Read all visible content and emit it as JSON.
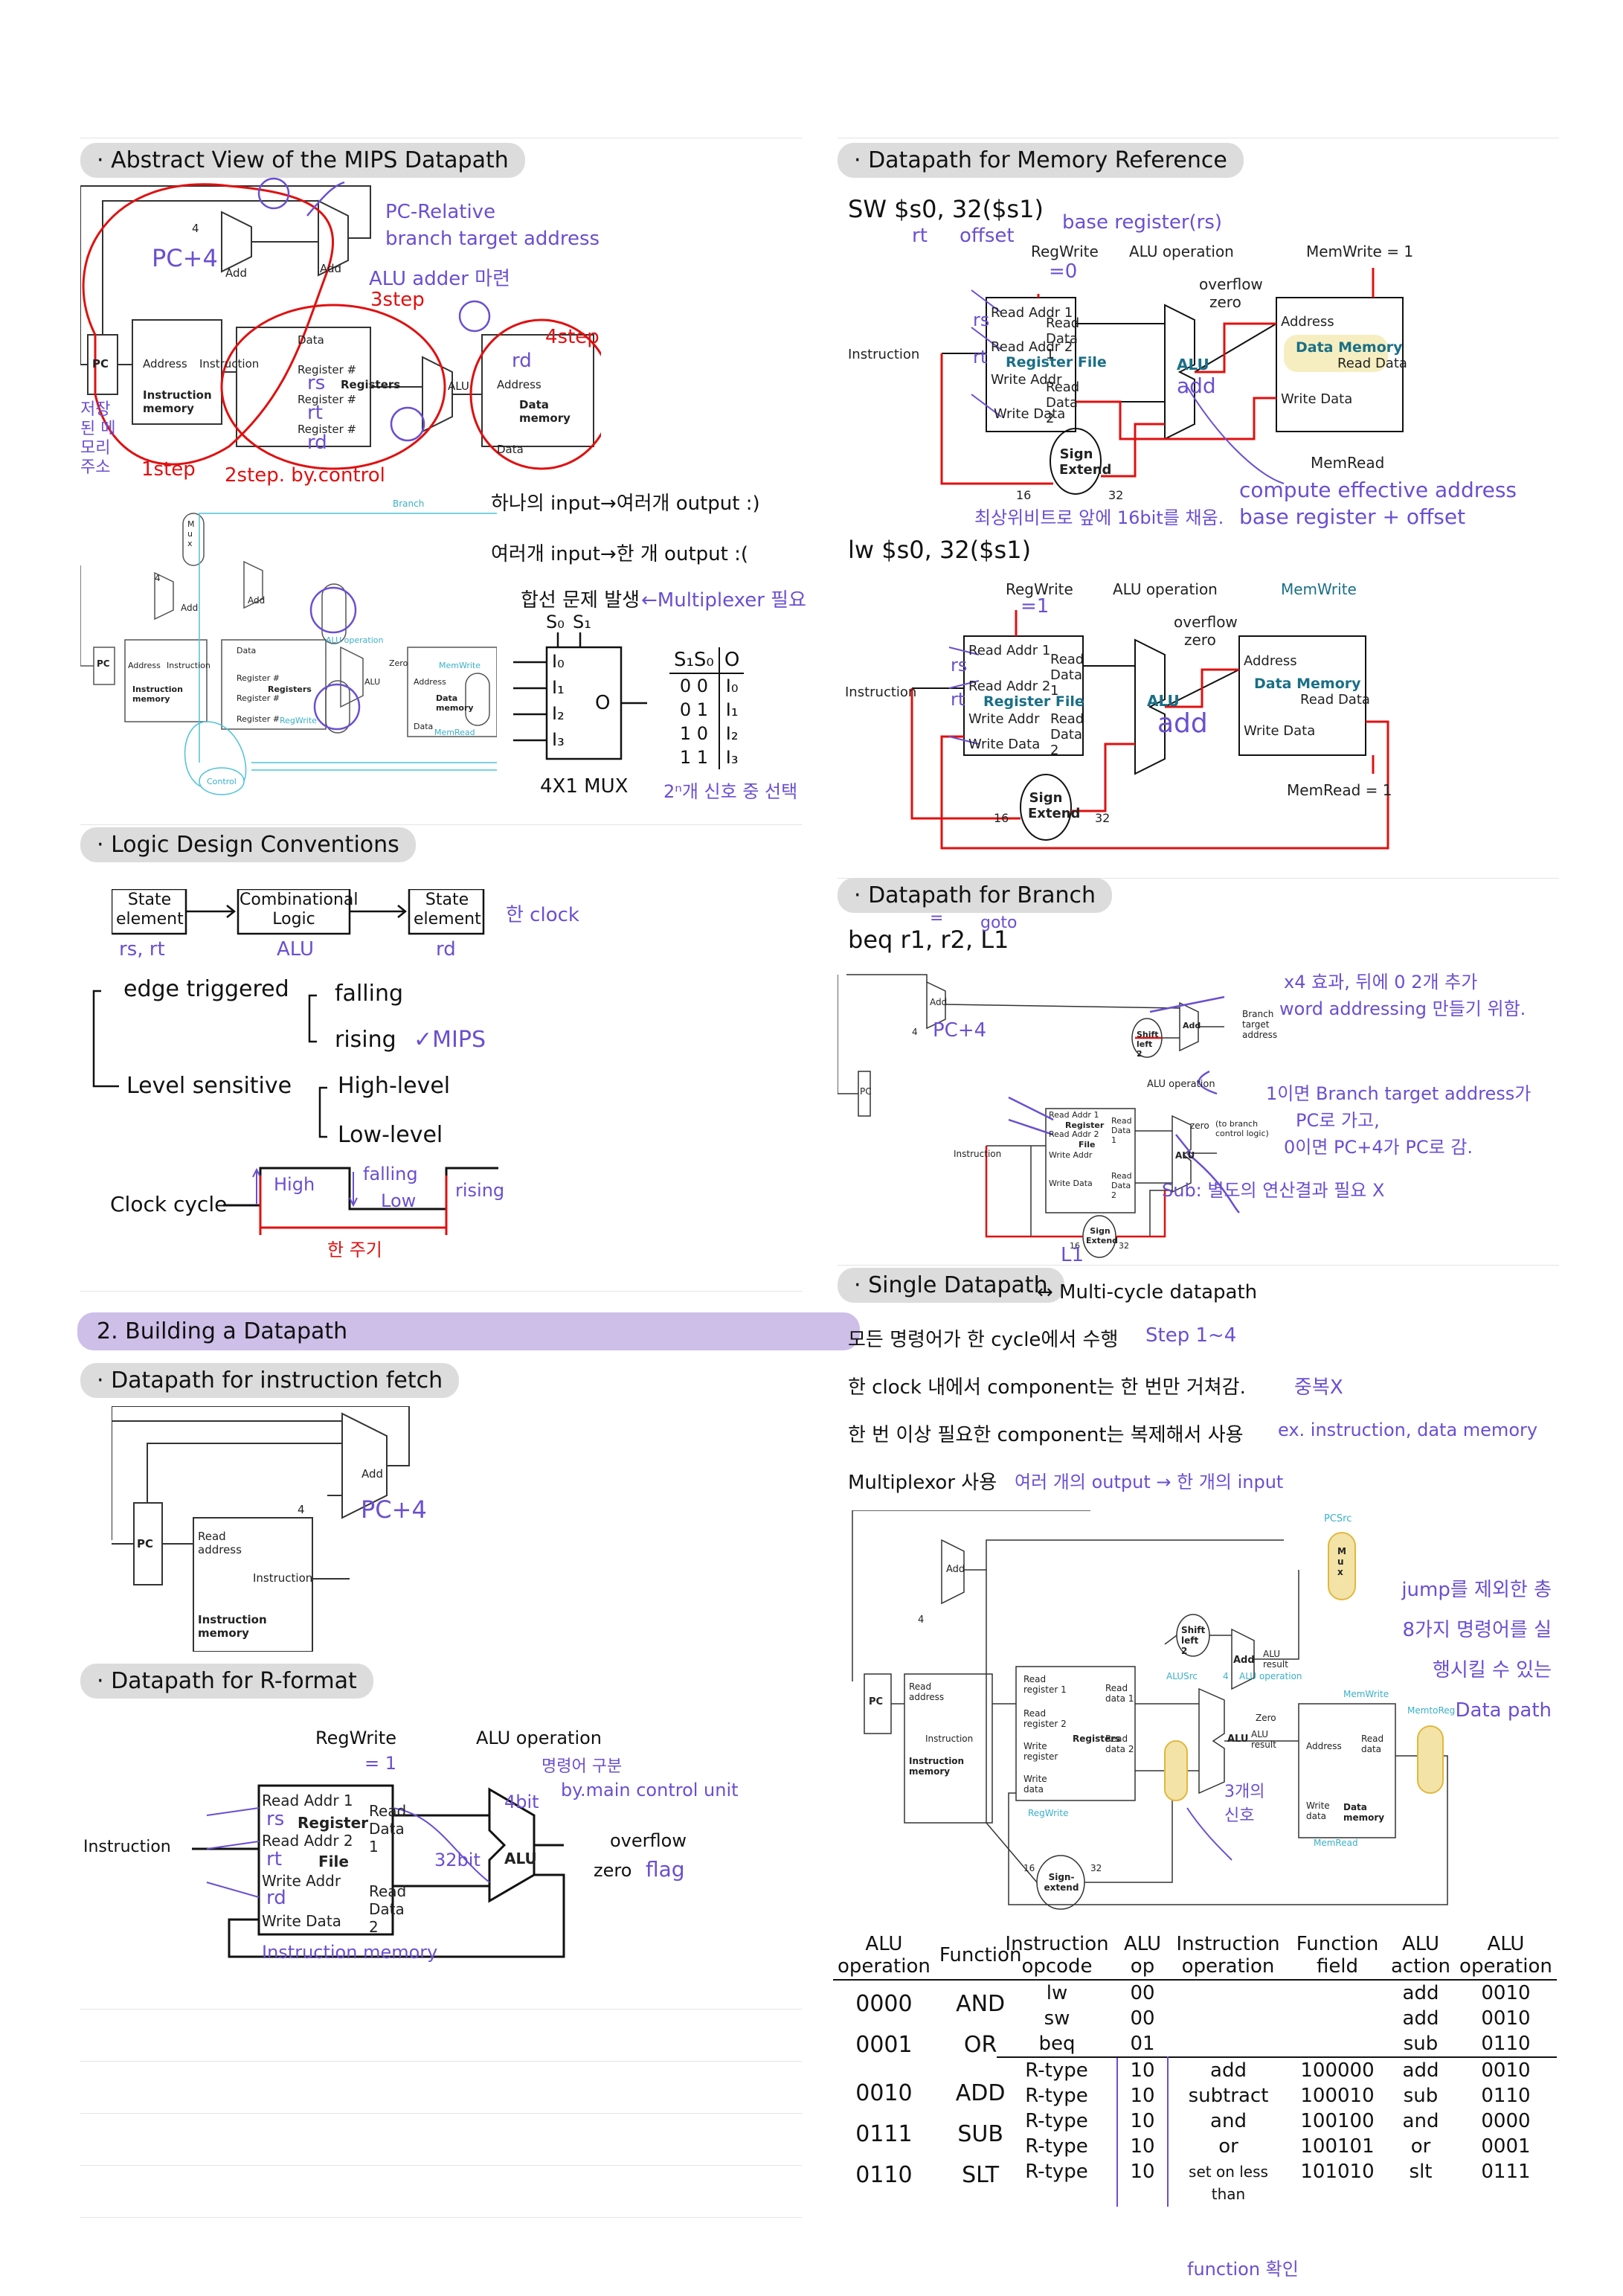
{
  "left": {
    "abstract_title": "· Abstract View of the MIPS Datapath",
    "abstract_notes": {
      "pc_relative": "PC-Relative",
      "branch_target": "branch target address",
      "pc4": "PC+4",
      "alu_adder": "ALU adder 마련",
      "step1": "1step",
      "step2": "2step. by.control",
      "step3": "3step",
      "step4": "4step",
      "rs": "rs",
      "rt": "rt",
      "rd_a": "rd",
      "rd_b": "rd",
      "stored_addr": "저장된 메모리 주소"
    },
    "abstract_diag": {
      "four": "4",
      "add1": "Add",
      "add2": "Add",
      "pc": "PC",
      "address": "Address",
      "instruction": "Instruction",
      "instr_mem": "Instruction memory",
      "data": "Data",
      "reg1": "Register #",
      "registers": "Registers",
      "reg2": "Register #",
      "reg3": "Register #",
      "alu": "ALU",
      "daddress": "Address",
      "data_mem": "Data memory",
      "data2": "Data"
    },
    "ctrl_diag": {
      "branch": "Branch",
      "mux": "M u x",
      "add1": "Add",
      "add2": "Add",
      "four": "4",
      "pc": "PC",
      "address": "Address",
      "instruction": "Instruction",
      "instr_mem": "Instruction memory",
      "data": "Data",
      "reg1": "Register #",
      "registers": "Registers",
      "reg2": "Register #",
      "reg3": "Register #",
      "regwrite": "RegWrite",
      "alu_op": "ALU operation",
      "zero": "Zero",
      "alu": "ALU",
      "memwrite": "MemWrite",
      "daddress": "Address",
      "data_mem": "Data memory",
      "data2": "Data",
      "memread": "MemRead",
      "control": "Control"
    },
    "mux_notes": {
      "one_input": "하나의 input→여러개 output :)",
      "many_input": "여러개 input→한 개 output :(",
      "problem": "합선 문제 발생",
      "mux_needed": "←Multiplexer 필요",
      "s0": "S₀",
      "s1": "S₁",
      "i0": "I₀",
      "i1": "I₁",
      "i2": "I₂",
      "i3": "I₃",
      "out": "O",
      "mux_name": "4X1 MUX",
      "select_note": "2ⁿ개 신호 중 선택",
      "table_header": [
        "S₁S₀",
        "O"
      ],
      "table_rows": [
        [
          "0 0",
          "I₀"
        ],
        [
          "0 1",
          "I₁"
        ],
        [
          "1 0",
          "I₂"
        ],
        [
          "1 1",
          "I₃"
        ]
      ]
    },
    "logic_title": "· Logic Design Conventions",
    "logic": {
      "state1": "State element",
      "comb": "Combinational Logic",
      "state2": "State element",
      "one_clock": "한 clock",
      "rs_rt": "rs, rt",
      "alu": "ALU",
      "rd": "rd",
      "edge": "edge triggered",
      "falling": "falling",
      "rising": "rising",
      "mips": "✓MIPS",
      "level": "Level sensitive",
      "high": "High-level",
      "low": "Low-level",
      "clock_cycle": "Clock cycle",
      "high_lbl": "High",
      "falling_lbl": "falling",
      "low_lbl": "Low",
      "rising_lbl": "rising",
      "period": "한 주기"
    },
    "building_title": "2. Building a Datapath",
    "fetch_title": "· Datapath for instruction fetch",
    "fetch": {
      "add": "Add",
      "four": "4",
      "pc4": "PC+4",
      "pc": "PC",
      "read_address": "Read address",
      "instruction": "Instruction",
      "instr_mem": "Instruction memory"
    },
    "rformat_title": "· Datapath for R-format",
    "rformat": {
      "regwrite": "RegWrite",
      "eq1": "= 1",
      "alu_op": "ALU operation",
      "cmd": "명령어 구분",
      "main_ctrl": "by.main control unit",
      "bit4": "4bit",
      "instruction": "Instruction",
      "rs": "rs",
      "rt": "rt",
      "rd": "rd",
      "read_addr1": "Read Addr 1",
      "read_addr2": "Read Addr 2",
      "write_addr": "Write Addr",
      "write_data": "Write Data",
      "register": "Register",
      "file": "File",
      "read_data1": "Read Data 1",
      "read_data2": "Read Data 2",
      "bit32": "32bit",
      "alu": "ALU",
      "overflow": "overflow",
      "zero": "zero",
      "flag": "flag",
      "instr_memory": "Instruction memory"
    }
  },
  "right": {
    "mem_title": "· Datapath for Memory Reference",
    "sw": {
      "instr": "SW  $s0, 32($s1)",
      "rt": "rt",
      "offset": "offset",
      "base": "base register(rs)",
      "regwrite": "RegWrite",
      "eq0": "=0",
      "alu_op": "ALU operation",
      "memwrite": "MemWrite = 1",
      "overflow": "overflow",
      "zero": "zero",
      "instruction": "Instruction",
      "read_addr1": "Read Addr 1",
      "read_addr2": "Read Addr 2",
      "register_file": "Register File",
      "write_addr": "Write Addr",
      "write_data": "Write Data",
      "read_data1": "Read Data 1",
      "read_data2": "Read Data 2",
      "alu": "ALU",
      "add": "add",
      "address": "Address",
      "data_memory": "Data Memory",
      "read_data": "Read Data",
      "dwrite_data": "Write Data",
      "sign": "Sign Extend",
      "n16": "16",
      "n32": "32",
      "memread": "MemRead",
      "msb_note": "최상위비트로 앞에 16bit를 채움.",
      "compute": "compute effective address",
      "base_offset": "base register + offset",
      "rs": "rs",
      "rt2": "rt"
    },
    "lw": {
      "instr": "lw  $s0, 32($s1)",
      "regwrite": "RegWrite",
      "eq1": "=1",
      "alu_op": "ALU operation",
      "memwrite": "MemWrite",
      "overflow": "overflow",
      "zero": "zero",
      "instruction": "Instruction",
      "read_addr1": "Read Addr 1",
      "read_addr2": "Read Addr 2",
      "register_file": "Register File",
      "write_addr": "Write Addr",
      "write_data": "Write Data",
      "read_data1": "Read Data 1",
      "read_data2": "Read Data 2",
      "alu": "ALU",
      "add": "add",
      "address": "Address",
      "data_memory": "Data Memory",
      "read_data": "Read Data",
      "dwrite_data": "Write Data",
      "sign": "Sign Extend",
      "n16": "16",
      "n32": "32",
      "memread": "MemRead = 1",
      "rs": "rs",
      "rt": "rt"
    },
    "branch_title": "· Datapath for Branch",
    "branch": {
      "instr": "beq  r1, r2, L1",
      "eq": "=",
      "goto": "goto",
      "x4": "x4 효과, 뒤에 0 2개 추가",
      "word": "word addressing 만들기 위함.",
      "add1": "Add",
      "four": "4",
      "pc4": "PC+4",
      "pc": "PC",
      "shift": "Shift left 2",
      "add2": "Add",
      "branch_target": "Branch target address",
      "alu_op": "ALU operation",
      "zero_lbl": "zero",
      "to_branch": "(to branch control logic)",
      "if1": "1이면 Branch target address가",
      "if1b": "PC로 가고,",
      "if0": "0이면 PC+4가 PC로 감.",
      "instruction": "Instruction",
      "read_addr1": "Read Addr 1",
      "read_addr2": "Read Addr 2",
      "register": "Register",
      "file": "File",
      "write_addr": "Write Addr",
      "write_data": "Write Data",
      "read_data1": "Read Data 1",
      "read_data2": "Read Data 2",
      "alu": "ALU",
      "sub": "Sub: 별도의 연산결과 필요 X",
      "sign": "Sign Extend",
      "n16": "16",
      "n32": "32",
      "l1": "L1"
    },
    "single_title": "· Single Datapath",
    "single": {
      "multi": "↔ Multi-cycle datapath",
      "line1": "모든 명령어가 한 cycle에서 수행",
      "line1b": "Step 1~4",
      "line2": "한 clock 내에서 component는 한 번만 거쳐감.",
      "line2b": "중복X",
      "line3": "한 번 이상 필요한 component는 복제해서 사용",
      "line3b": "ex. instruction, data memory",
      "line4": "Multiplexor 사용",
      "line4b": "여러 개의 output → 한 개의 input",
      "jump_note": "jump를 제외한 총 8가지 명령어를 실행시킬 수 있는 Data path",
      "pcsrc": "PCSrc",
      "mux": "M u x",
      "add": "Add",
      "four": "4",
      "add_alu": "Add",
      "alu_result": "ALU result",
      "shift": "Shift left 2",
      "pc": "PC",
      "read_address": "Read address",
      "instruction": "Instruction",
      "instr_mem": "Instruction memory",
      "read_reg1": "Read register 1",
      "read_reg2": "Read register 2",
      "write_reg": "Write register",
      "write_data": "Write data",
      "registers": "Registers",
      "read_data1": "Read data 1",
      "read_data2": "Read data 2",
      "regwrite": "RegWrite",
      "alusrc": "ALUSrc",
      "alu_op": "ALU operation",
      "four2": "4",
      "zero": "Zero",
      "alu": "ALU",
      "alu_res": "ALU result",
      "three": "3개의 신호",
      "memwrite": "MemWrite",
      "memtoreg": "MemtoReg",
      "address": "Address",
      "read_data": "Read data",
      "dwrite_data": "Write data",
      "data_memory": "Data memory",
      "memread": "MemRead",
      "n16": "16",
      "n32": "32",
      "sign": "Sign-extend"
    },
    "alu_table": {
      "headers": [
        "ALU operation",
        "Function"
      ],
      "rows": [
        [
          "0000",
          "AND"
        ],
        [
          "0001",
          "OR"
        ],
        [
          "0010",
          "ADD"
        ],
        [
          "0111",
          "SUB"
        ],
        [
          "0110",
          "SLT"
        ]
      ]
    },
    "ctrl_table": {
      "headers": [
        "Instruction opcode",
        "ALU op",
        "Instruction operation",
        "Function field",
        "ALU action",
        "ALU operation"
      ],
      "rows": [
        [
          "lw",
          "00",
          "",
          "",
          "add",
          "0010"
        ],
        [
          "sw",
          "00",
          "",
          "",
          "add",
          "0010"
        ],
        [
          "beq",
          "01",
          "",
          "",
          "sub",
          "0110"
        ],
        [
          "R-type",
          "10",
          "add",
          "100000",
          "add",
          "0010"
        ],
        [
          "R-type",
          "10",
          "subtract",
          "100010",
          "sub",
          "0110"
        ],
        [
          "R-type",
          "10",
          "and",
          "100100",
          "and",
          "0000"
        ],
        [
          "R-type",
          "10",
          "or",
          "100101",
          "or",
          "0001"
        ],
        [
          "R-type",
          "10",
          "set on less than",
          "101010",
          "slt",
          "0111"
        ]
      ],
      "footnote": "function 확인"
    }
  }
}
